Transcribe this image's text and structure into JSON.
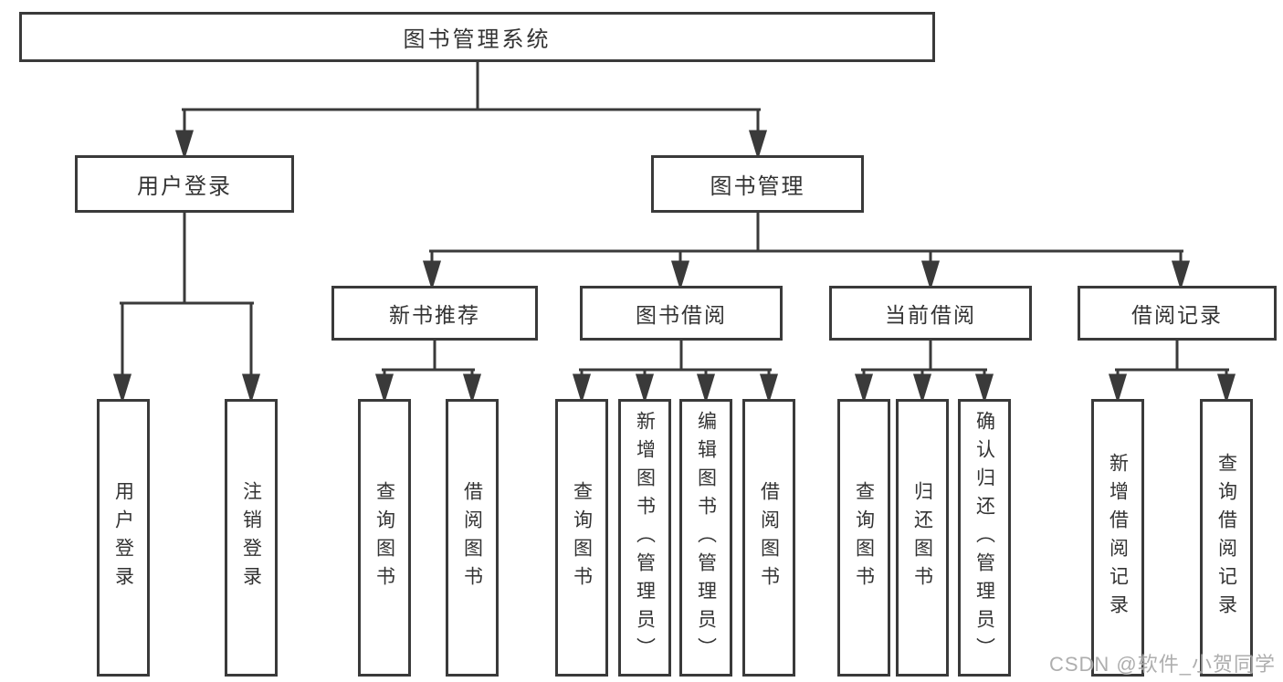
{
  "title": "图书管理系统",
  "watermark": "CSDN @软件_小贺同学",
  "colors": {
    "line": "#3a3a3a",
    "box_border": "#3a3a3a",
    "text": "#333333",
    "background": "#ffffff",
    "watermark": "#a3a3a3"
  },
  "tree": {
    "root": "图书管理系统",
    "branches": [
      {
        "label": "用户登录",
        "leaves": [
          "用户登录",
          "注销登录"
        ]
      },
      {
        "label": "图书管理",
        "children": [
          {
            "label": "新书推荐",
            "leaves": [
              "查询图书",
              "借阅图书"
            ]
          },
          {
            "label": "图书借阅",
            "leaves": [
              "查询图书",
              "新增图书（管理员）",
              "编辑图书（管理员）",
              "借阅图书"
            ]
          },
          {
            "label": "当前借阅",
            "leaves": [
              "查询图书",
              "归还图书",
              "确认归还（管理员）"
            ]
          },
          {
            "label": "借阅记录",
            "leaves": [
              "新增借阅记录",
              "查询借阅记录"
            ]
          }
        ]
      }
    ]
  }
}
